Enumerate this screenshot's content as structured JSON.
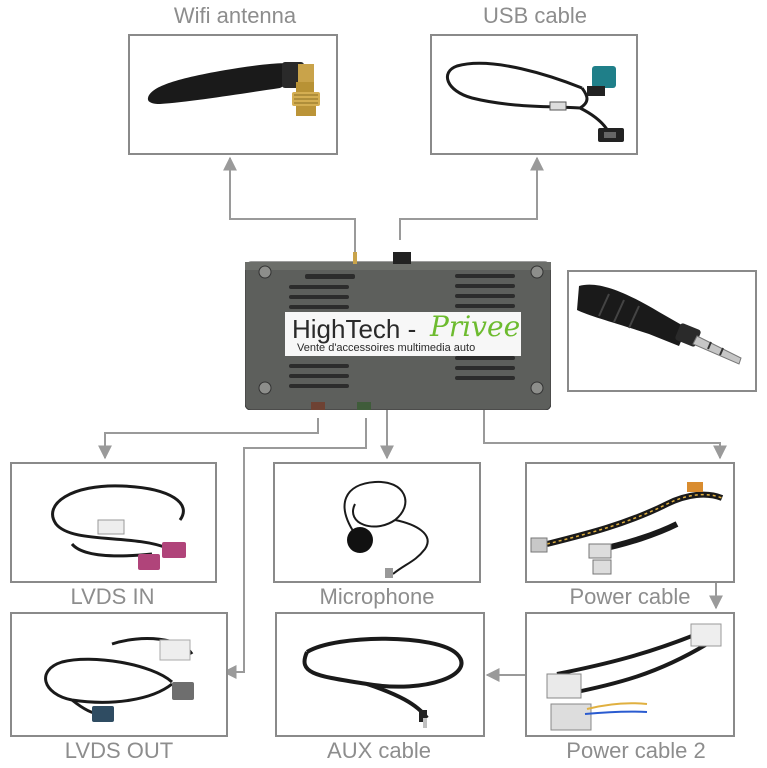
{
  "labels": {
    "wifi": "Wifi antenna",
    "usb": "USB cable",
    "lvds_in": "LVDS IN",
    "microphone": "Microphone",
    "power": "Power cable",
    "lvds_out": "LVDS OUT",
    "aux": "AUX cable",
    "power2": "Power cable 2"
  },
  "device": {
    "brand_main": "HighTech -",
    "brand_accent": "Privee",
    "brand_sub": "Vente d'accessoires multimedia auto"
  },
  "colors": {
    "label": "#8d8d8d",
    "border": "#8a8a8a",
    "arrow": "#9a9a9a",
    "box": "#5a5d5a",
    "accent": "#6dbb2f",
    "fakra_pink": "#b0447a",
    "fakra_brown": "#6e4233"
  }
}
